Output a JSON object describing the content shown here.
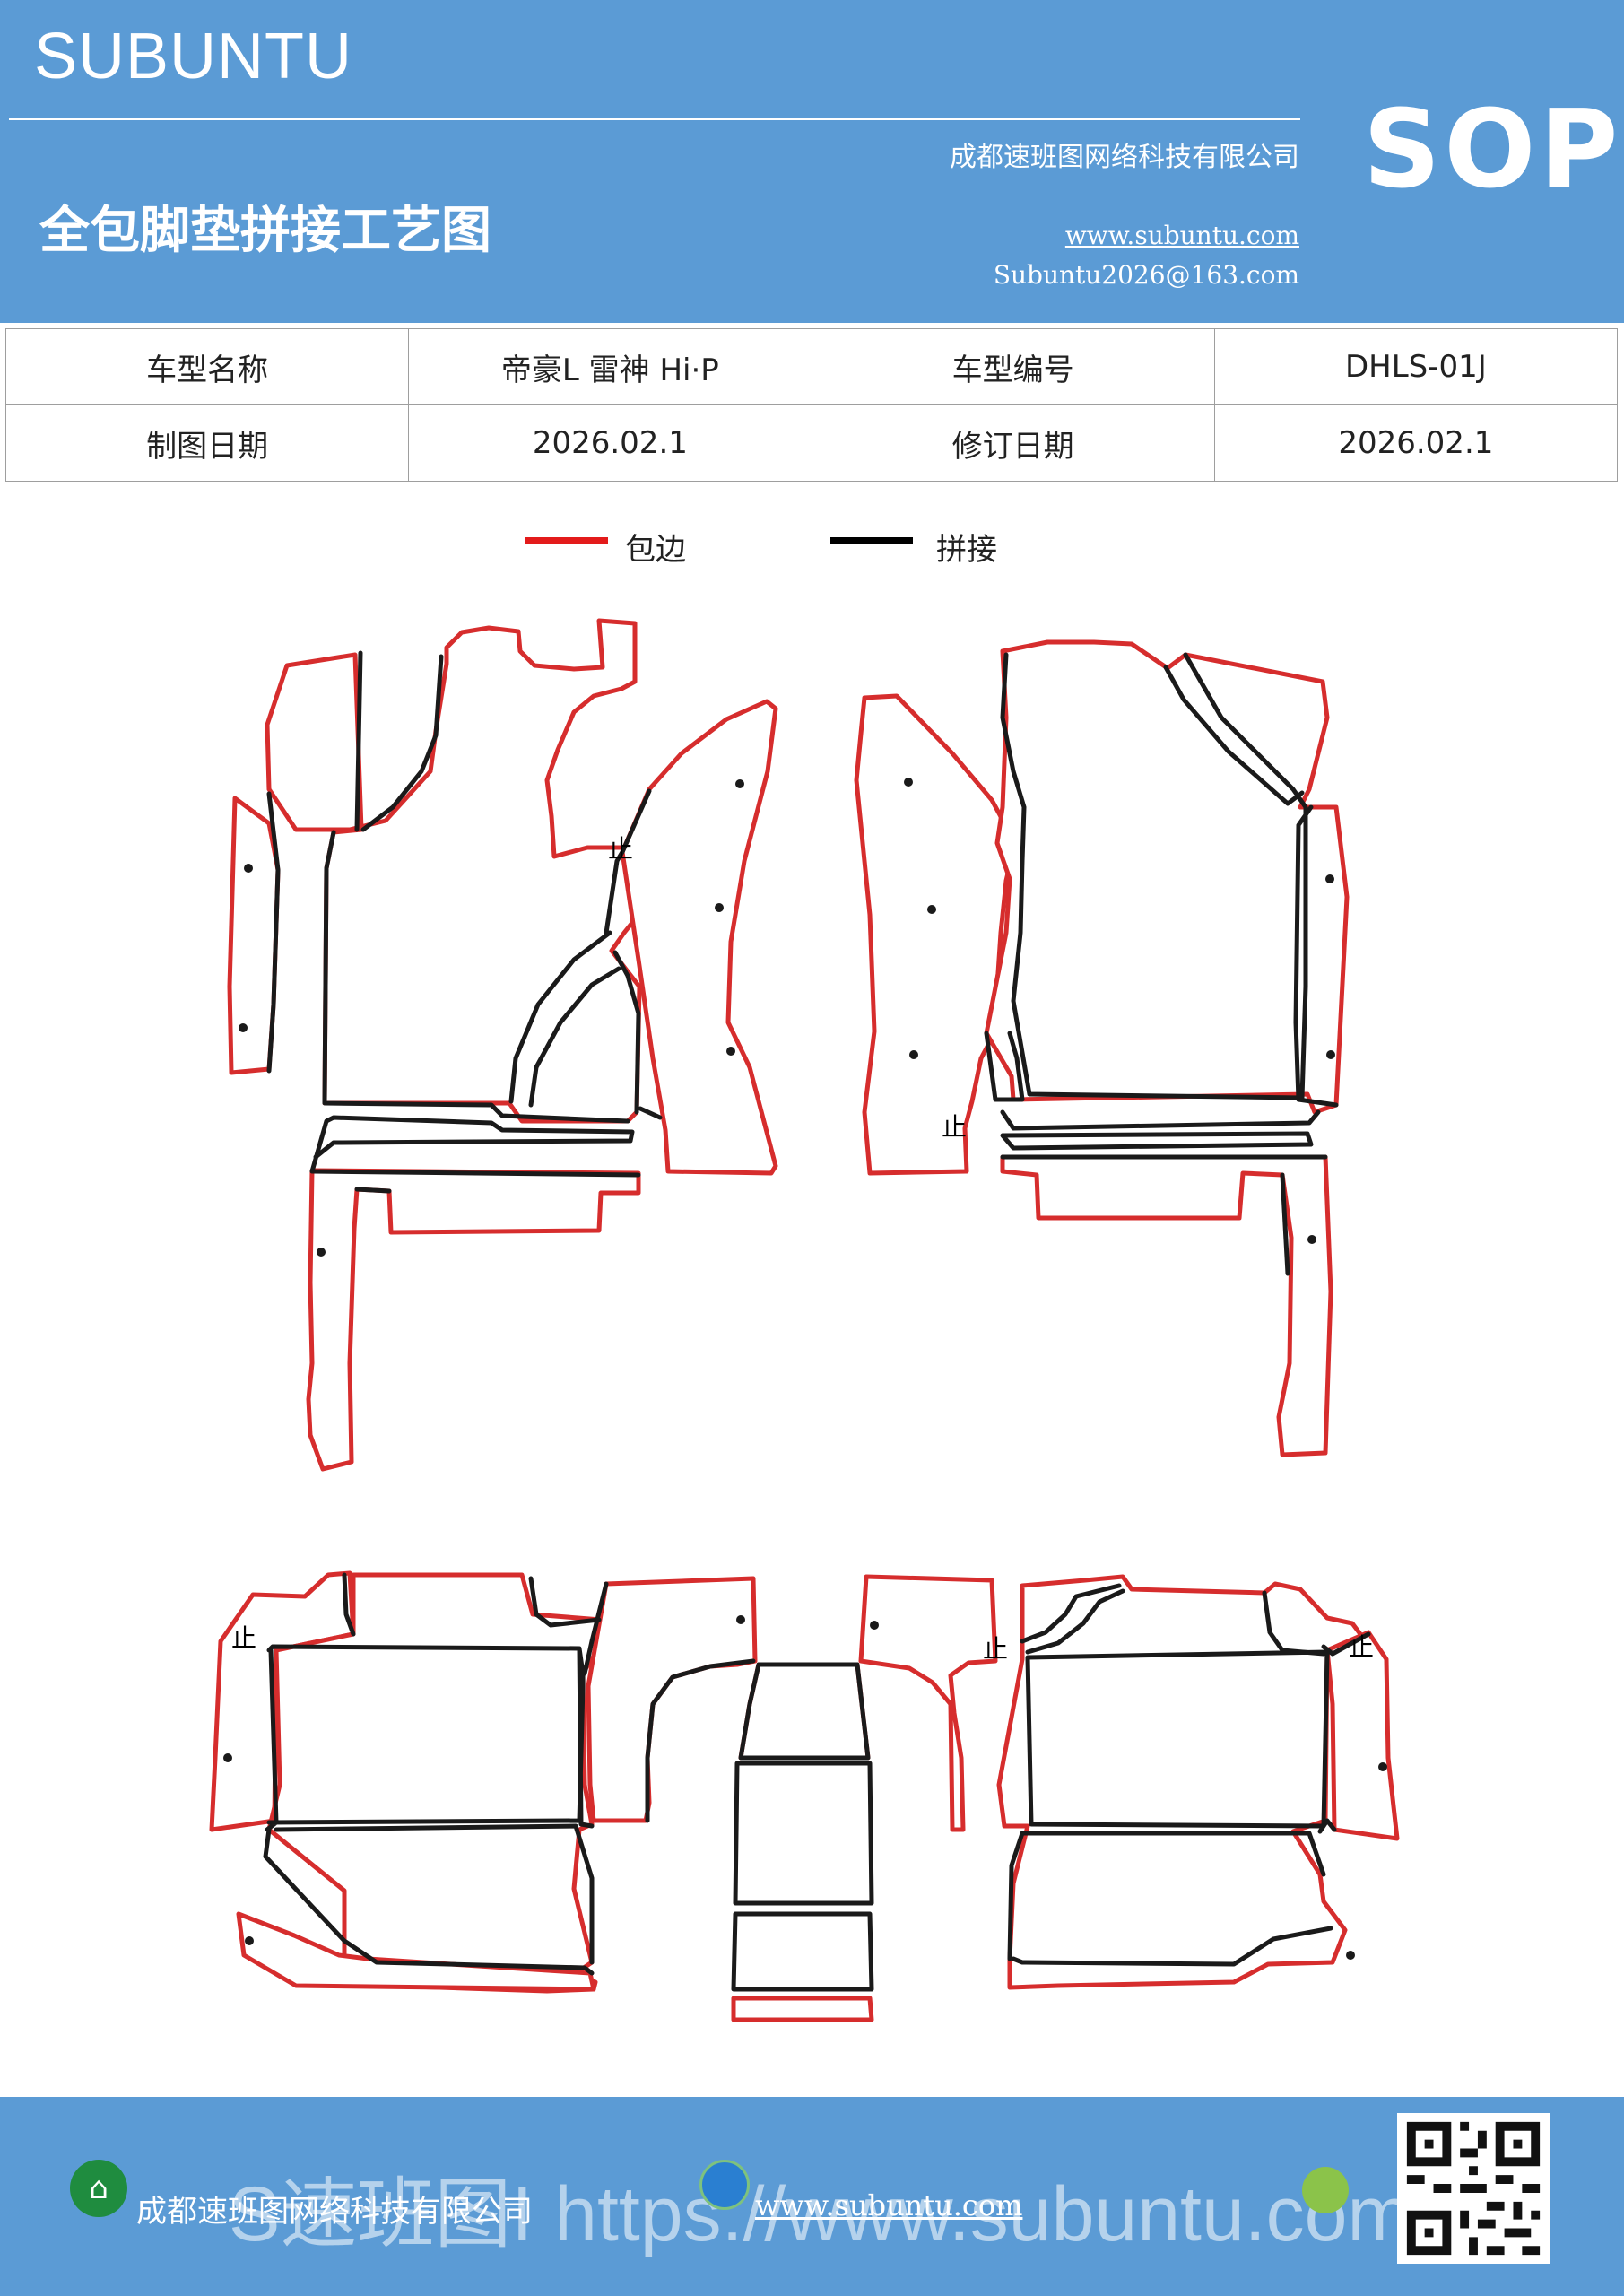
{
  "header": {
    "brand": "SUBUNTU",
    "title": "全包脚垫拼接工艺图",
    "company": "成都速班图网络科技有限公司",
    "website": "www.subuntu.com",
    "email": "Subuntu2026@163.com",
    "badge": "SOP"
  },
  "info_table": {
    "rows": [
      [
        "车型名称",
        "帝豪L  雷神 Hi·P",
        "车型编号",
        "DHLS-01J"
      ],
      [
        "制图日期",
        "2026.02.1",
        "修订日期",
        "2026.02.1"
      ]
    ]
  },
  "legend": {
    "items": [
      {
        "label": "包边",
        "color": "#e31b1b"
      },
      {
        "label": "拼接",
        "color": "#000000"
      }
    ]
  },
  "diagram": {
    "stop_mark": "止",
    "edge_color": "#d62d2d",
    "seam_color": "#1a1a1a"
  },
  "footer": {
    "company": "成都速班图网络科技有限公司",
    "watermark": "S速班图I https://www.subuntu.com",
    "website": "www.subuntu.com",
    "icons": [
      "building-icon",
      "globe-icon",
      "wechat-icon",
      "qr-code"
    ]
  }
}
